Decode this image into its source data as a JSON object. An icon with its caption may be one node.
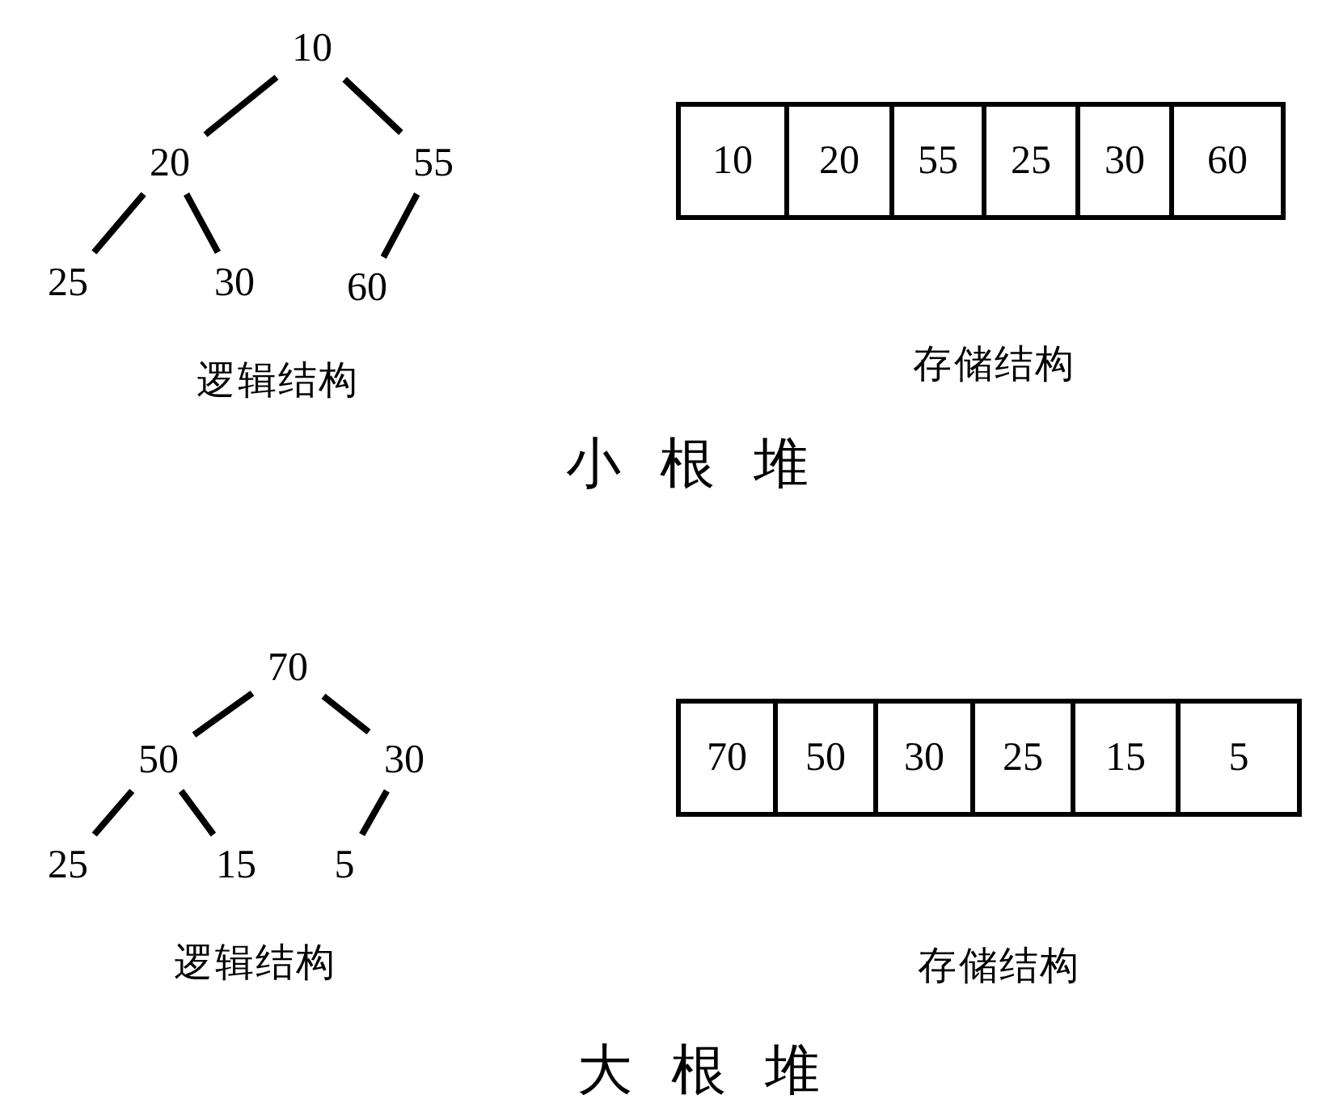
{
  "diagram": {
    "nodes": [
      {
        "text": [
          "10"
        ]
      },
      {
        "text": [
          "20"
        ]
      },
      {
        "text": [
          "55"
        ]
      },
      {
        "text": [
          "25"
        ]
      },
      {
        "text": [
          "30"
        ]
      },
      {
        "text": [
          "60"
        ]
      },
      {
        "text": [
          "10"
        ]
      },
      {
        "text": [
          "20"
        ]
      },
      {
        "text": [
          "55"
        ]
      },
      {
        "text": [
          "25"
        ]
      },
      {
        "text": [
          "30"
        ]
      },
      {
        "text": [
          "60"
        ]
      },
      {
        "text": [
          "70"
        ]
      },
      {
        "text": [
          "50"
        ]
      },
      {
        "text": [
          "30"
        ]
      },
      {
        "text": [
          "25"
        ]
      },
      {
        "text": [
          "15"
        ]
      },
      {
        "text": [
          "5"
        ]
      },
      {
        "text": [
          "70"
        ]
      },
      {
        "text": [
          "50"
        ]
      },
      {
        "text": [
          "30"
        ]
      },
      {
        "text": [
          "25"
        ]
      },
      {
        "text": [
          "15"
        ]
      },
      {
        "text": [
          "5"
        ]
      }
    ],
    "edges": [
      {
        "from": 0,
        "to": 1,
        "arrow": "none"
      },
      {
        "from": 0,
        "to": 2,
        "arrow": "none"
      },
      {
        "from": 1,
        "to": 3,
        "arrow": "none"
      },
      {
        "from": 1,
        "to": 4,
        "arrow": "none"
      },
      {
        "from": 2,
        "to": 5,
        "arrow": "none"
      },
      {
        "from": 12,
        "to": 13,
        "arrow": "none"
      },
      {
        "from": 12,
        "to": 14,
        "arrow": "none"
      },
      {
        "from": 13,
        "to": 15,
        "arrow": "none"
      },
      {
        "from": 13,
        "to": 16,
        "arrow": "none"
      },
      {
        "from": 14,
        "to": 17,
        "arrow": "none"
      }
    ],
    "labels": [
      "逻辑结构",
      "存储结构",
      "小根堆",
      "逻辑结构",
      "存储结构",
      "大根堆"
    ]
  }
}
